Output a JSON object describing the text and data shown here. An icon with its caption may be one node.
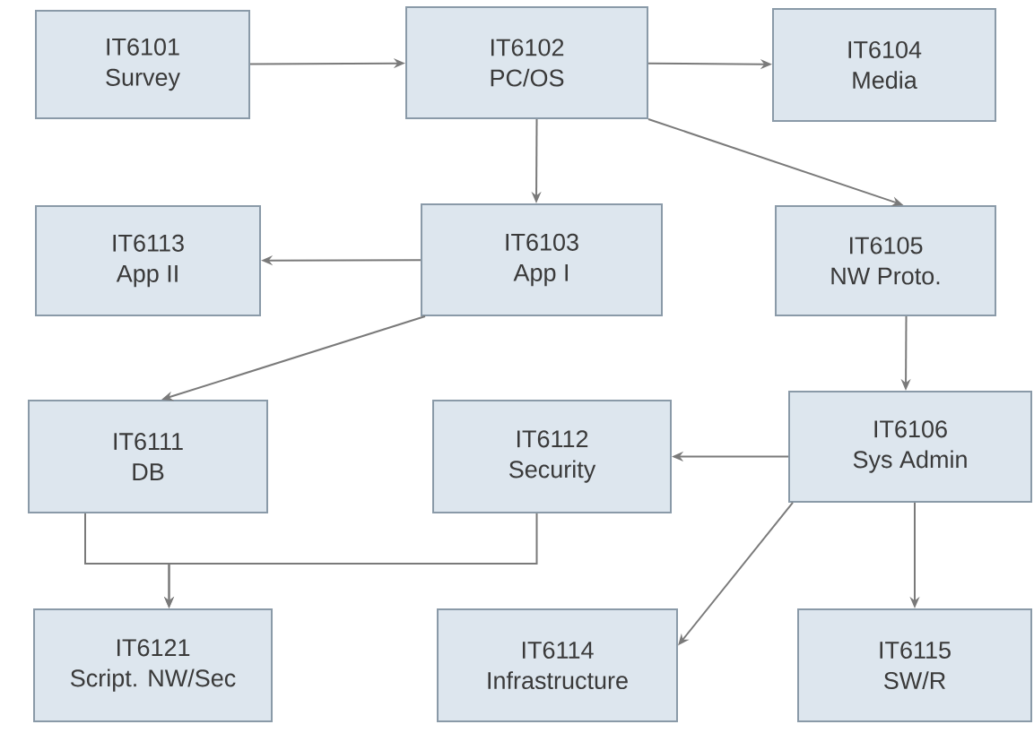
{
  "diagram": {
    "nodes": [
      {
        "text": [
          "IT6101",
          "Survey"
        ]
      },
      {
        "text": [
          "IT6102",
          "PC/OS"
        ]
      },
      {
        "text": [
          "IT6104",
          "Media"
        ]
      },
      {
        "text": [
          "IT6113",
          "App II"
        ]
      },
      {
        "text": [
          "IT6103",
          "App I"
        ]
      },
      {
        "text": [
          "IT6105",
          "NW Proto."
        ]
      },
      {
        "text": [
          "IT6111",
          "DB"
        ]
      },
      {
        "text": [
          "IT6112",
          "Security"
        ]
      },
      {
        "text": [
          "IT6106",
          "Sys Admin"
        ]
      },
      {
        "text": [
          "IT6121",
          "Script. NW/Sec"
        ]
      },
      {
        "text": [
          "IT6114",
          "Infrastructure"
        ]
      },
      {
        "text": [
          "IT6115",
          "SW/R"
        ]
      }
    ],
    "edges": [
      {
        "from": 0,
        "to": 1,
        "arrow": "to"
      },
      {
        "from": 1,
        "to": 2,
        "arrow": "to"
      },
      {
        "from": 1,
        "to": 4,
        "arrow": "to"
      },
      {
        "from": 1,
        "to": 5,
        "arrow": "to"
      },
      {
        "from": 4,
        "to": 3,
        "arrow": "to"
      },
      {
        "from": 4,
        "to": 6,
        "arrow": "to"
      },
      {
        "from": 5,
        "to": 8,
        "arrow": "to"
      },
      {
        "from": 8,
        "to": 7,
        "arrow": "to"
      },
      {
        "from": 8,
        "to": 10,
        "arrow": "to"
      },
      {
        "from": 8,
        "to": 11,
        "arrow": "to"
      },
      {
        "from": 6,
        "to": 9,
        "arrow": "to"
      },
      {
        "from": 7,
        "to": 9,
        "arrow": "to"
      }
    ]
  }
}
